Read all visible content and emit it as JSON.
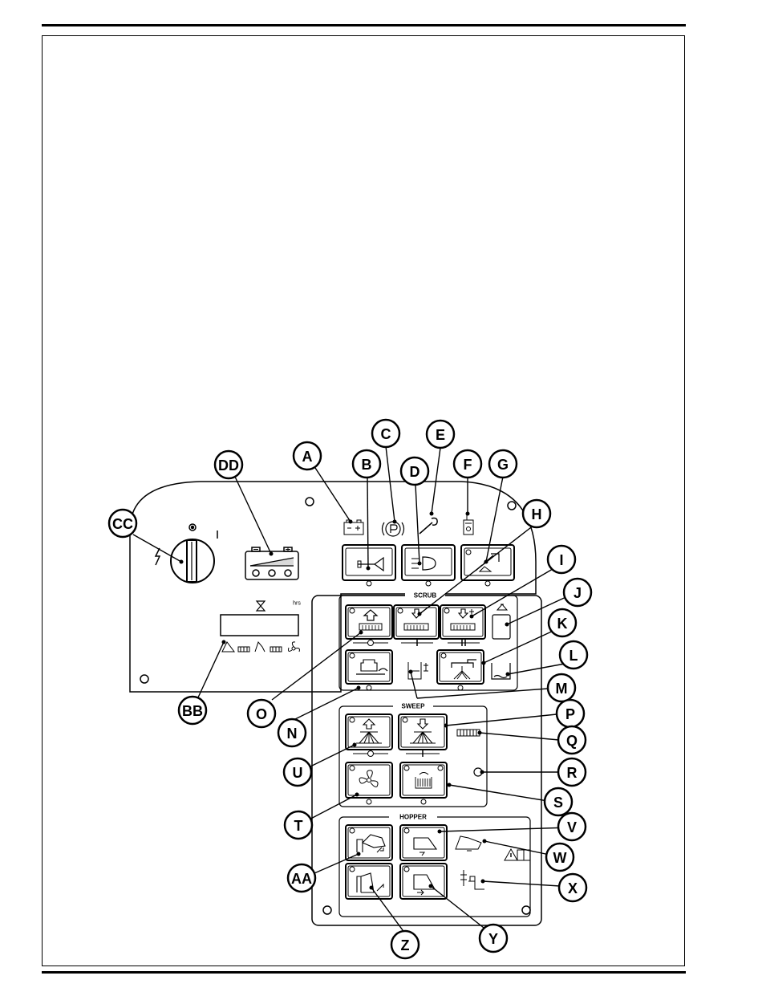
{
  "sections": {
    "scrub": "SCRUB",
    "sweep": "SWEEP",
    "hopper": "HOPPER"
  },
  "display_unit": "hrs",
  "callouts": [
    "A",
    "B",
    "C",
    "D",
    "E",
    "F",
    "G",
    "H",
    "I",
    "J",
    "K",
    "L",
    "M",
    "N",
    "O",
    "P",
    "Q",
    "R",
    "S",
    "T",
    "U",
    "V",
    "W",
    "X",
    "Y",
    "Z",
    "AA",
    "BB",
    "CC",
    "DD"
  ]
}
